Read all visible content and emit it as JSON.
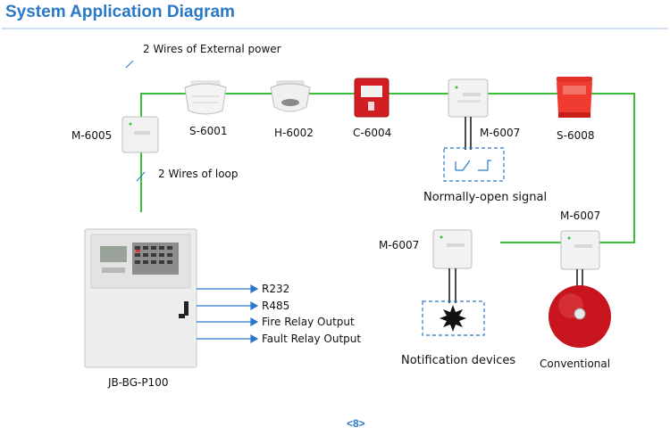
{
  "title": "System Application Diagram",
  "page_number": "<8>",
  "labels": {
    "external_power": "2 Wires of External power",
    "loop": "2 Wires of loop",
    "m6005": "M-6005",
    "s6001": "S-6001",
    "h6002": "H-6002",
    "c6004": "C-6004",
    "m6007_top": "M-6007",
    "s6008": "S-6008",
    "normally_open": "Normally-open signal",
    "m6007_right": "M-6007",
    "m6007_mid": "M-6007",
    "notification": "Notification devices",
    "conventional": "Conventional",
    "panel": "JB-BG-P100"
  },
  "outputs": [
    "R232",
    "R485",
    "Fire Relay Output",
    "Fault Relay Output"
  ],
  "colors": {
    "title": "#2a78c8",
    "loop_line": "#3bbf3b",
    "dash_box": "#2a78c8",
    "arrow": "#2a78c8",
    "bell": "#c8141c",
    "strobe": "#e8322a"
  }
}
